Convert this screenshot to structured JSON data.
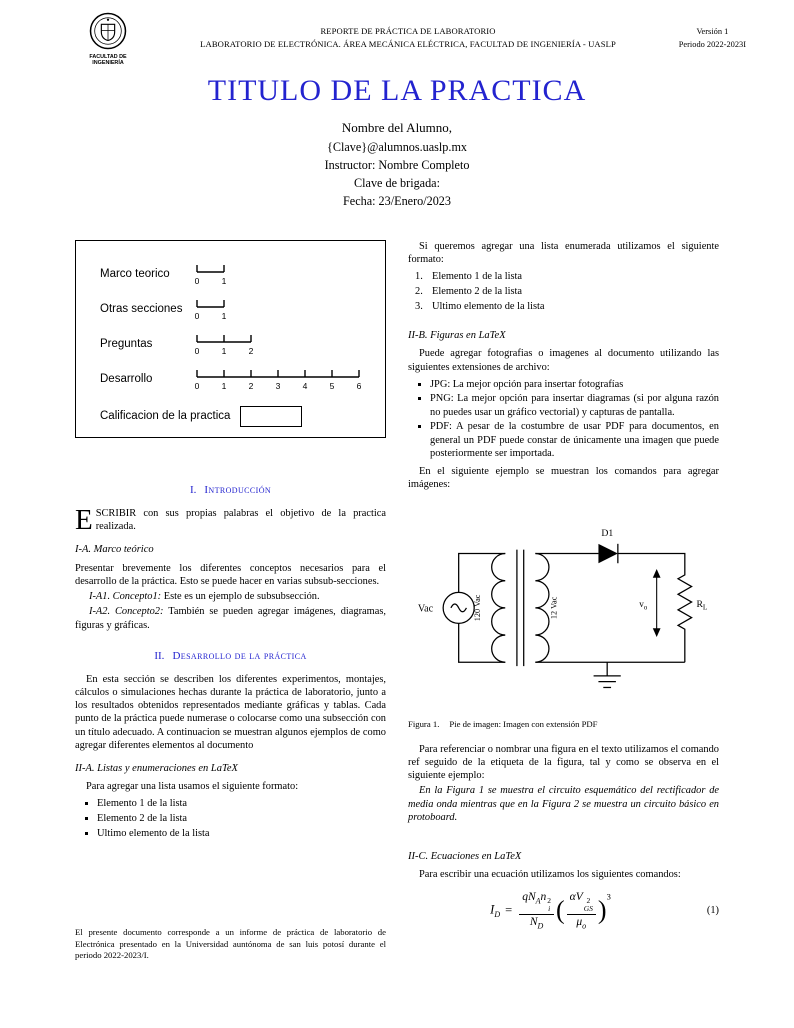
{
  "page": {
    "background": "#ffffff",
    "accent_blue": "#2323cf"
  },
  "header": {
    "logo": {
      "icon": "university-seal-icon",
      "caption_line1": "FACULTAD DE",
      "caption_line2": "INGENIERÍA"
    },
    "center_line1": "REPORTE DE PRÁCTICA DE LABORATORIO",
    "center_line2": "LABORATORIO DE ELECTRÓNICA. ÁREA MECÁNICA ELÉCTRICA, FACULTAD DE INGENIERÍA - UASLP",
    "right_line1": "Versión 1",
    "right_line2": "Periodo 2022-2023I"
  },
  "title": "TITULO DE LA PRACTICA",
  "author_block": {
    "lines": [
      "Nombre del Alumno,",
      "{Clave}@alumnos.uaslp.mx",
      "Instructor: Nombre Completo",
      "Clave de brigada:",
      "Fecha: 23/Enero/2023"
    ]
  },
  "rubric_figure": {
    "rows": [
      {
        "label": "Marco teorico",
        "ticks": [
          "0",
          "1"
        ]
      },
      {
        "label": "Otras secciones",
        "ticks": [
          "0",
          "1"
        ]
      },
      {
        "label": "Preguntas",
        "ticks": [
          "0",
          "1",
          "2"
        ]
      },
      {
        "label": "Desarrollo",
        "ticks": [
          "0",
          "1",
          "2",
          "3",
          "4",
          "5",
          "6"
        ]
      }
    ],
    "grade_label": "Calificacion de la practica"
  },
  "intro": {
    "heading_num": "I.",
    "heading_text": "Introducción",
    "dropcap": "E",
    "lead_caps": "SCRIBIR",
    "lead_rest": "con sus propias palabras el objetivo de la practica realizada.",
    "sub_a_heading": "I-A. Marco teórico",
    "sub_a_par": "Presentar brevemente los diferentes conceptos necesarios para el desarrollo de la práctica. Esto se puede hacer en varias subsub-secciones.",
    "sub_a1_label": "I-A1. Concepto1:",
    "sub_a1_text": "Este es un ejemplo de subsubsección.",
    "sub_a2_label": "I-A2. Concepto2:",
    "sub_a2_text": "También se pueden agregar imágenes, diagramas, figuras y gráficas."
  },
  "development": {
    "heading_num": "II.",
    "heading_text": "Desarrollo de la práctica",
    "par1": "En esta sección se describen los diferentes experimentos, montajes, cálculos o simulaciones hechas durante la práctica de laboratorio, junto a los resultados obtenidos representados mediante gráficas y tablas. Cada punto de la práctica puede numerase o colocarse como una subsección con un título adecuado. A continuacion se muestran algunos ejemplos de como agregar diferentes elementos al documento",
    "lists_heading": "II-A. Listas y enumeraciones en LaTeX",
    "lists_intro": "Para agregar una lista usamos el siguiente formato:",
    "bullet_items": [
      "Elemento 1 de la lista",
      "Elemento 2 de la lista",
      "Ultimo elemento de la lista"
    ],
    "enum_intro": "Si queremos agregar una lista enumerada utilizamos el siguiente formato:",
    "enum_items": [
      "Elemento 1 de la lista",
      "Elemento 2 de la lista",
      "Ultimo elemento de la lista"
    ],
    "figures_heading": "II-B. Figuras en LaTeX",
    "figures_intro": "Puede agregar fotografias o imagenes al documento utilizando las siguientes extensiones de archivo:",
    "file_type_items": [
      "JPG: La mejor opción para insertar fotografías",
      "PNG: La mejor opción para insertar diagramas (si por alguna razón no puedes usar un gráfico vectorial) y capturas de pantalla.",
      "PDF: A pesar de la costumbre de usar PDF para documentos, en general un PDF puede constar de únicamente una imagen que puede posteriormente ser importada."
    ],
    "figure_example_intro": "En el siguiente ejemplo se muestran los comandos para agregar imágenes:",
    "figure_caption_label": "Figura 1.",
    "figure_caption_text": "Pie de imagen: Imagen con extensión PDF",
    "ref_par": "Para referenciar o nombrar una figura en el texto utilizamos el comando ref seguido de la etiqueta de la figura, tal y como se observa en el siguiente ejemplo:",
    "ref_example": "En la Figura 1 se muestra el circuito esquemático del rectificador de media onda mientras que en la Figura 2 se muestra un circuito básico en protoboard.",
    "equations_heading": "II-C. Ecuaciones en LaTeX",
    "equations_intro": "Para escribir una ecuación utilizamos los siguientes comandos:"
  },
  "circuit": {
    "labels": {
      "source": "Vac",
      "primary_winding": "120 Vac",
      "secondary_winding": "12 Vac",
      "diode": "D1",
      "output_base": "v",
      "output_sub": "o",
      "load_base": "R",
      "load_sub": "L"
    }
  },
  "equation": {
    "lhs": "I",
    "lhs_sub": "D",
    "rel": "=",
    "f1n_a": "qN",
    "f1n_a_sub": "A",
    "f1n_b": "n",
    "f1n_b_sub": "i",
    "f1n_b_sup": "2",
    "f1d": "N",
    "f1d_sub": "D",
    "lp": "(",
    "rp": ")",
    "f2n_a": "αV",
    "f2n_a_sub": "GS",
    "f2n_a_sup": "2",
    "f2d": "μ",
    "f2d_sub": "o",
    "power": "3",
    "number": "(1)"
  },
  "footnote": "El presente documento corresponde a un informe de práctica de laboratorio de Electrónica presentado en la Universidad auntónoma de san luis potosí durante el periodo 2022-2023/I."
}
